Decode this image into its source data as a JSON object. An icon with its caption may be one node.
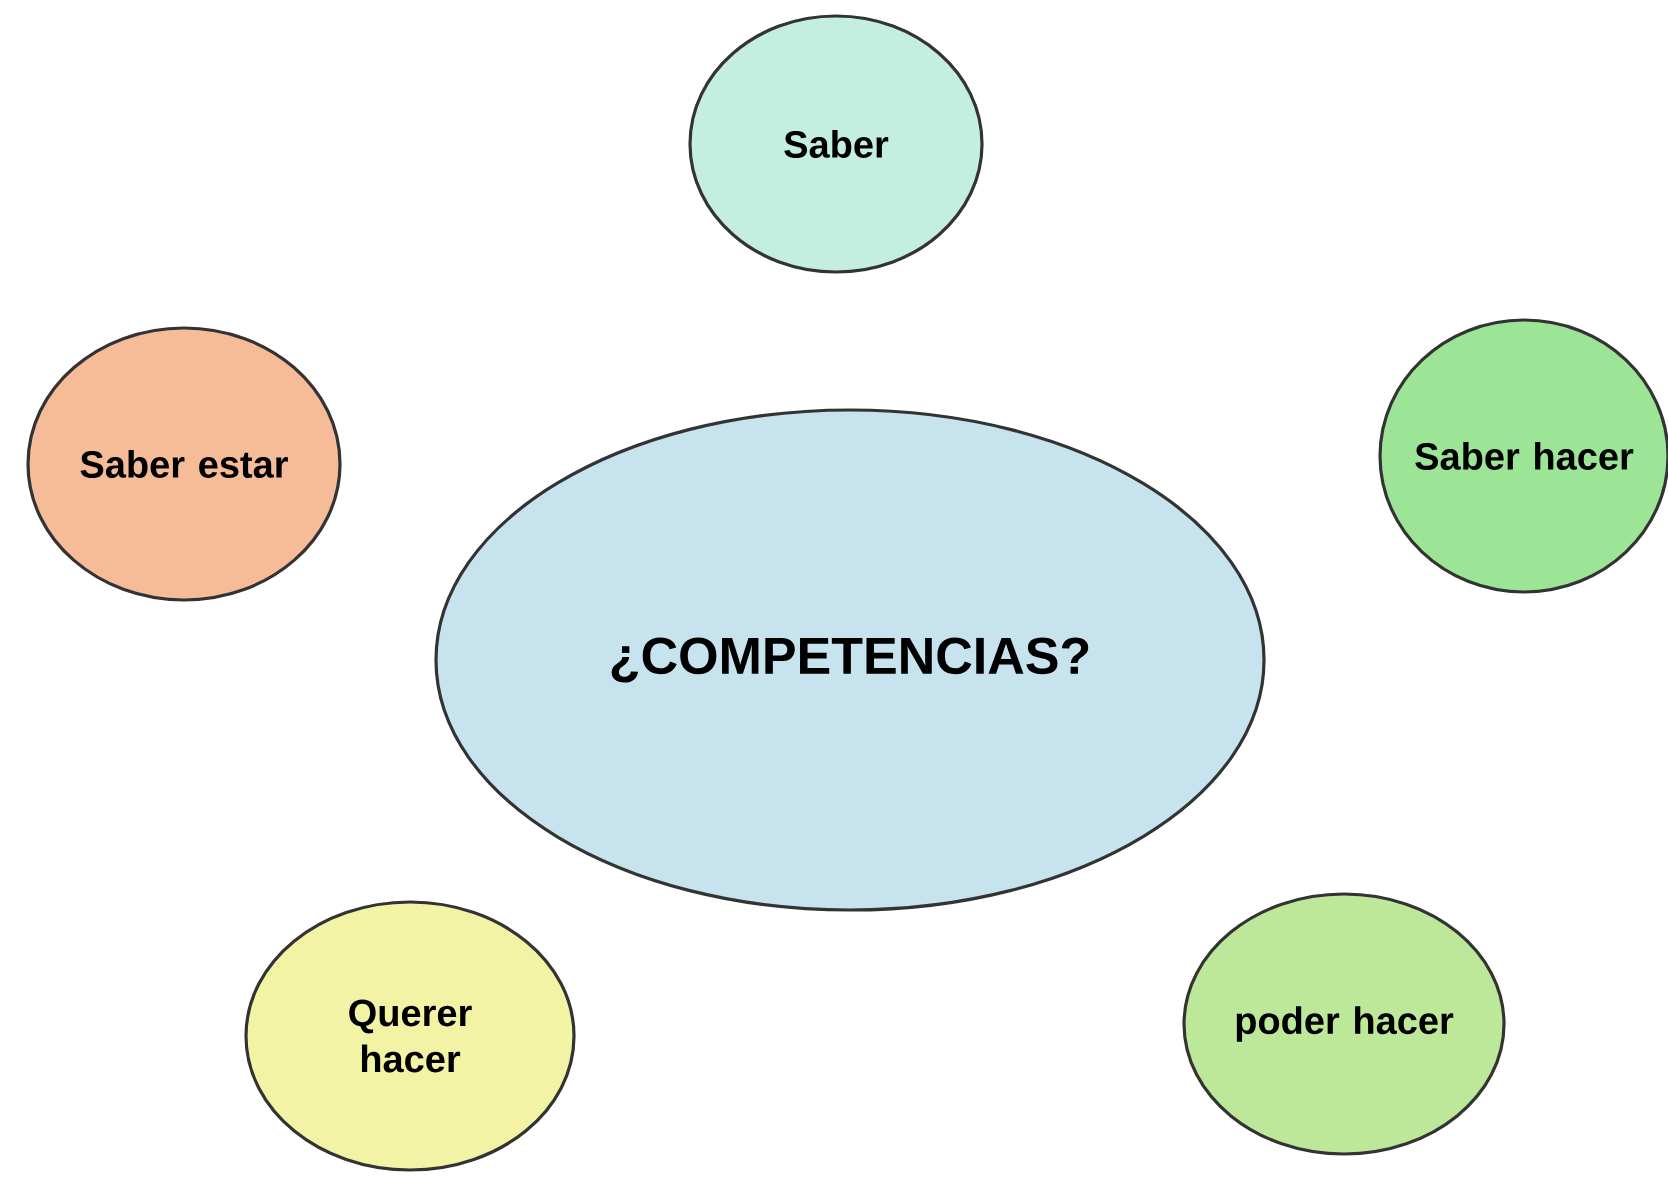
{
  "diagram": {
    "nodes": [
      {
        "text": [
          "¿COMPETENCIAS?"
        ]
      },
      {
        "text": [
          "Saber"
        ]
      },
      {
        "text": [
          "Saber estar"
        ]
      },
      {
        "text": [
          "Saber hacer"
        ]
      },
      {
        "text": [
          "Querer hacer"
        ]
      },
      {
        "text": [
          "poder hacer"
        ]
      }
    ]
  }
}
